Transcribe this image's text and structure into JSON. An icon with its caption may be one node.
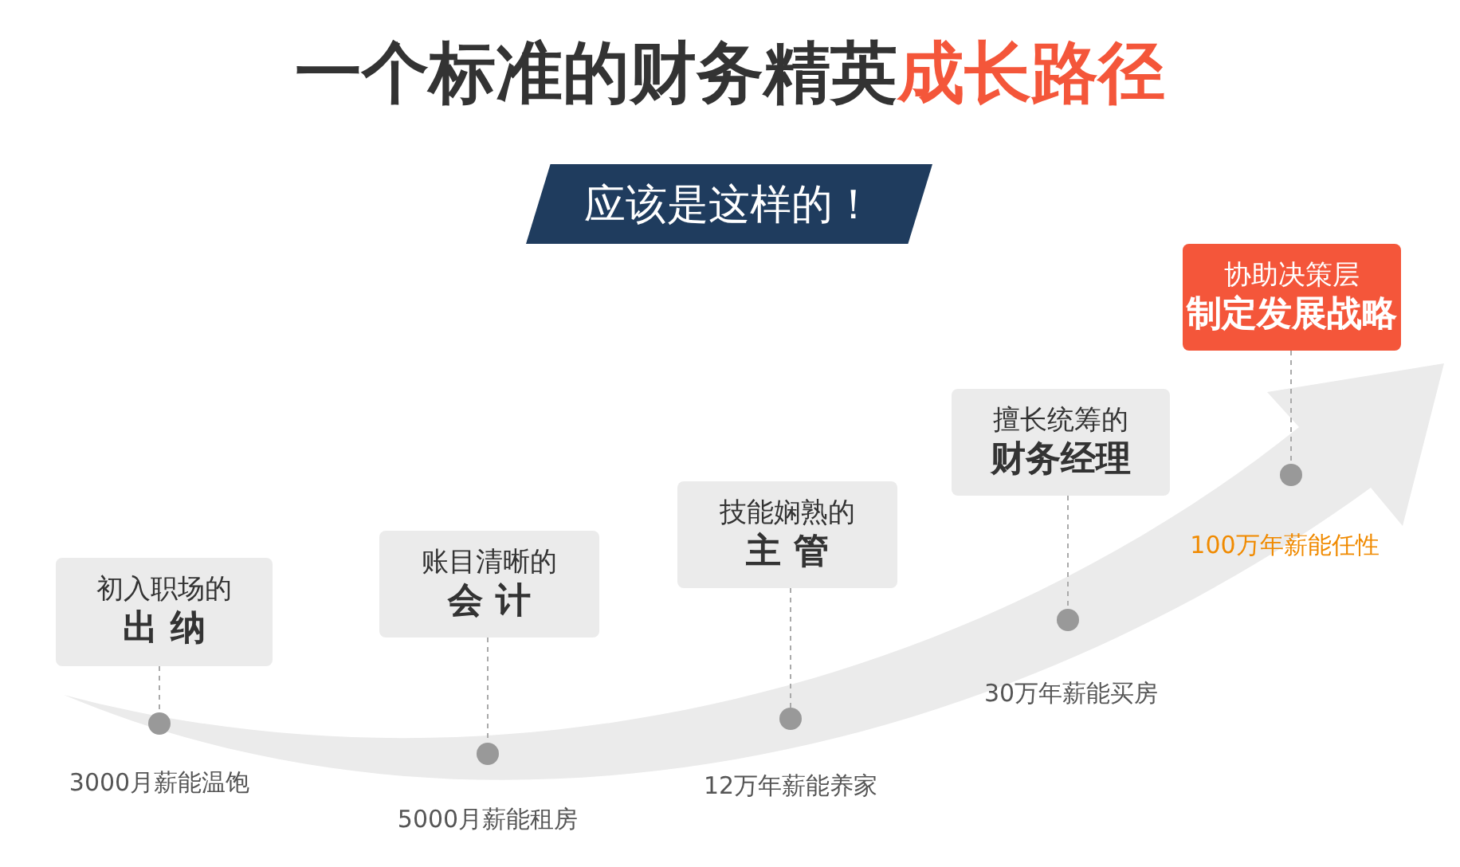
{
  "diagram": {
    "title": "一个标准的财务精英成长路径",
    "nodes": [
      {
        "text": [
          "初入职场的",
          "出 纳"
        ]
      },
      {
        "text": [],
        "shape": "circle",
        "beside": [
          "3000月薪能温饱"
        ]
      },
      {
        "text": [
          "账目清晰的",
          "会 计"
        ]
      },
      {
        "text": [],
        "shape": "circle",
        "beside": [
          "5000月薪能租房"
        ]
      },
      {
        "text": [
          "技能娴熟的",
          "主 管"
        ]
      },
      {
        "text": [],
        "shape": "circle",
        "beside": [
          "12万年薪能养家"
        ]
      },
      {
        "text": [
          "擅长统筹的",
          "财务经理"
        ]
      },
      {
        "text": [],
        "shape": "circle",
        "beside": [
          "30万年薪能买房"
        ]
      },
      {
        "text": [
          "协助决策层",
          "制定发展战略"
        ]
      },
      {
        "text": [],
        "shape": "circle",
        "beside": [
          "100万年薪能任性"
        ]
      }
    ],
    "edges": [
      {
        "from": 0,
        "to": 1,
        "arrow": "none",
        "style": "dashed"
      },
      {
        "from": 2,
        "to": 3,
        "arrow": "none",
        "style": "dashed"
      },
      {
        "from": 4,
        "to": 5,
        "arrow": "none",
        "style": "dashed"
      },
      {
        "from": 6,
        "to": 7,
        "arrow": "none",
        "style": "dashed"
      },
      {
        "from": 8,
        "to": 9,
        "arrow": "none",
        "style": "dashed"
      }
    ],
    "labels": [
      "应该是这样的！"
    ]
  }
}
